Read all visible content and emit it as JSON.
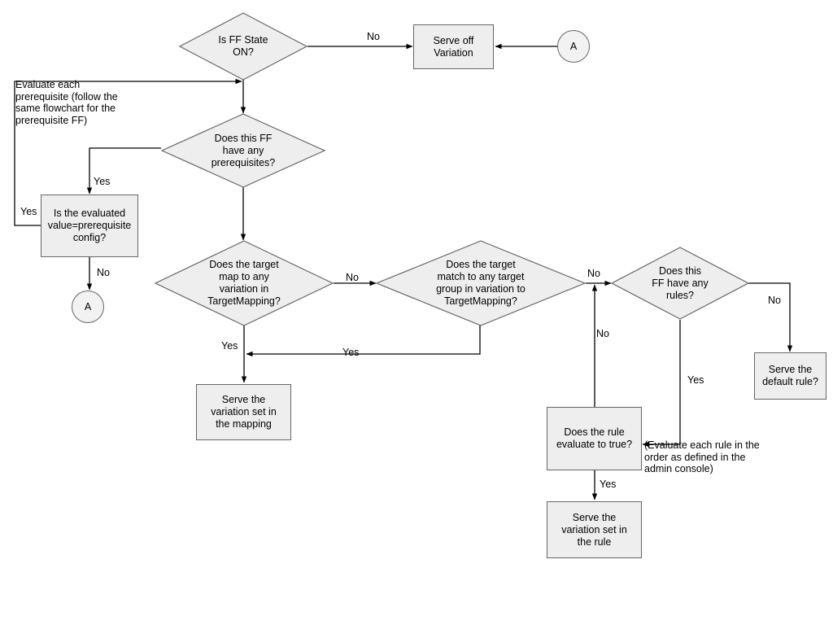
{
  "diagram": {
    "title": "Feature Flag Evaluation Flowchart",
    "fill": "#eeeeee",
    "stroke": "#666666",
    "line_color": "#000000",
    "background": "#ffffff"
  },
  "nodes": {
    "ff_state": "Is FF State\nON?",
    "serve_off": "Serve off\nVariation",
    "connector_a_top": "A",
    "has_prereqs": "Does this FF\nhave any\nprerequisites?",
    "evaluated_value": "Is the evaluated\nvalue=prerequisite\nconfig?",
    "connector_a_bottom": "A",
    "target_map": "Does the target\nmap to any\nvariation in\nTargetMapping?",
    "target_group": "Does the target\nmatch to any target\ngroup in variation to\nTargetMapping?",
    "has_rules": "Does this\nFF have any\nrules?",
    "serve_mapping": "Serve the\nvariation set in\nthe mapping",
    "serve_default": "Serve the\ndefault rule?",
    "rule_true": "Does the rule\nevaluate to true?",
    "serve_rule": "Serve the\nvariation set in\nthe rule"
  },
  "notes": {
    "prerequisite_note": "Evaluate each\nprerequisite (follow the\nsame flowchart for the\nprerequisite FF)",
    "rule_order_note": "(Evaluate each rule in the\norder as defined in the\nadmin console)"
  },
  "edge_labels": {
    "ff_state_no": "No",
    "prereq_yes": "Yes",
    "evaluated_yes": "Yes",
    "evaluated_no": "No",
    "target_map_no": "No",
    "target_map_yes": "Yes",
    "target_group_yes": "Yes",
    "target_group_no": "No",
    "rules_no": "No",
    "rules_yes": "Yes",
    "rule_false_no": "No",
    "rule_true_yes": "Yes"
  }
}
